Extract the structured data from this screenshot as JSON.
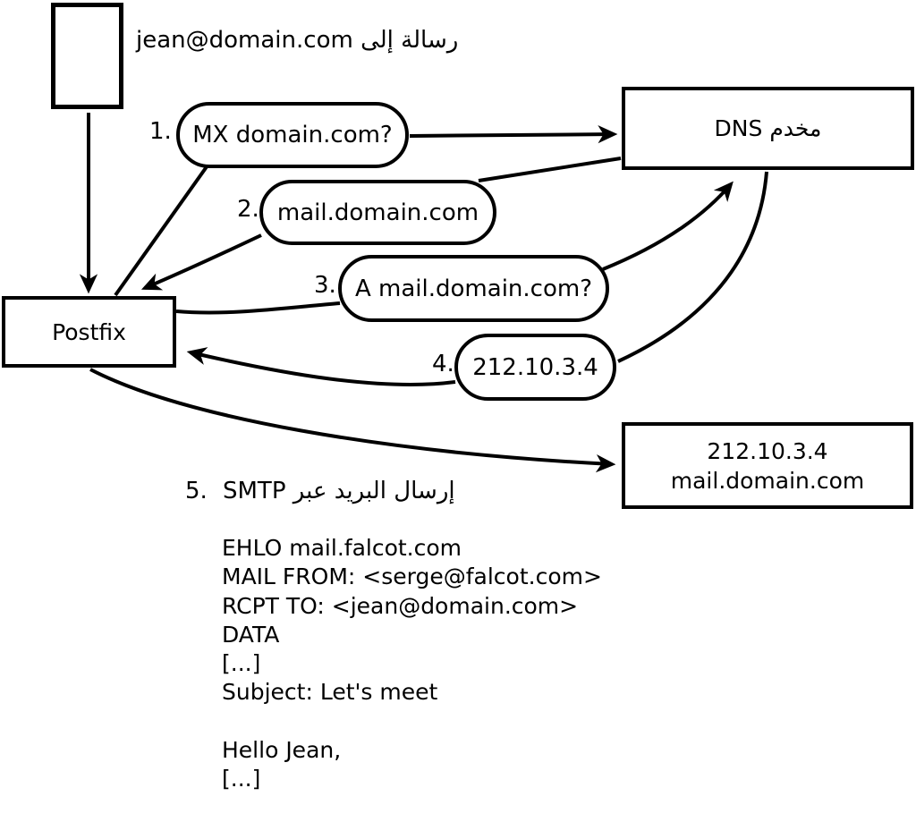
{
  "labels": {
    "message_to": "رسالة إلى jean@domain.com",
    "step5_number": "5.",
    "step5_text": "إرسال البريد عبر SMTP"
  },
  "nodes": {
    "postfix": {
      "label": "Postfix"
    },
    "dns": {
      "label": "مخدم DNS"
    },
    "destination": {
      "line1": "212.10.3.4",
      "line2": "mail.domain.com"
    }
  },
  "steps": [
    {
      "number": "1.",
      "label": "MX domain.com?"
    },
    {
      "number": "2.",
      "label": "mail.domain.com"
    },
    {
      "number": "3.",
      "label": "A mail.domain.com?"
    },
    {
      "number": "4.",
      "label": "212.10.3.4"
    }
  ],
  "smtp_session": {
    "lines": [
      "EHLO mail.falcot.com",
      "MAIL FROM: <serge@falcot.com>",
      "RCPT TO: <jean@domain.com>",
      "DATA",
      "[...]",
      "Subject: Let's meet",
      "",
      "Hello Jean,",
      "[...]",
      "",
      "."
    ]
  },
  "colors": {
    "ink": "#000000",
    "background": "#ffffff"
  }
}
